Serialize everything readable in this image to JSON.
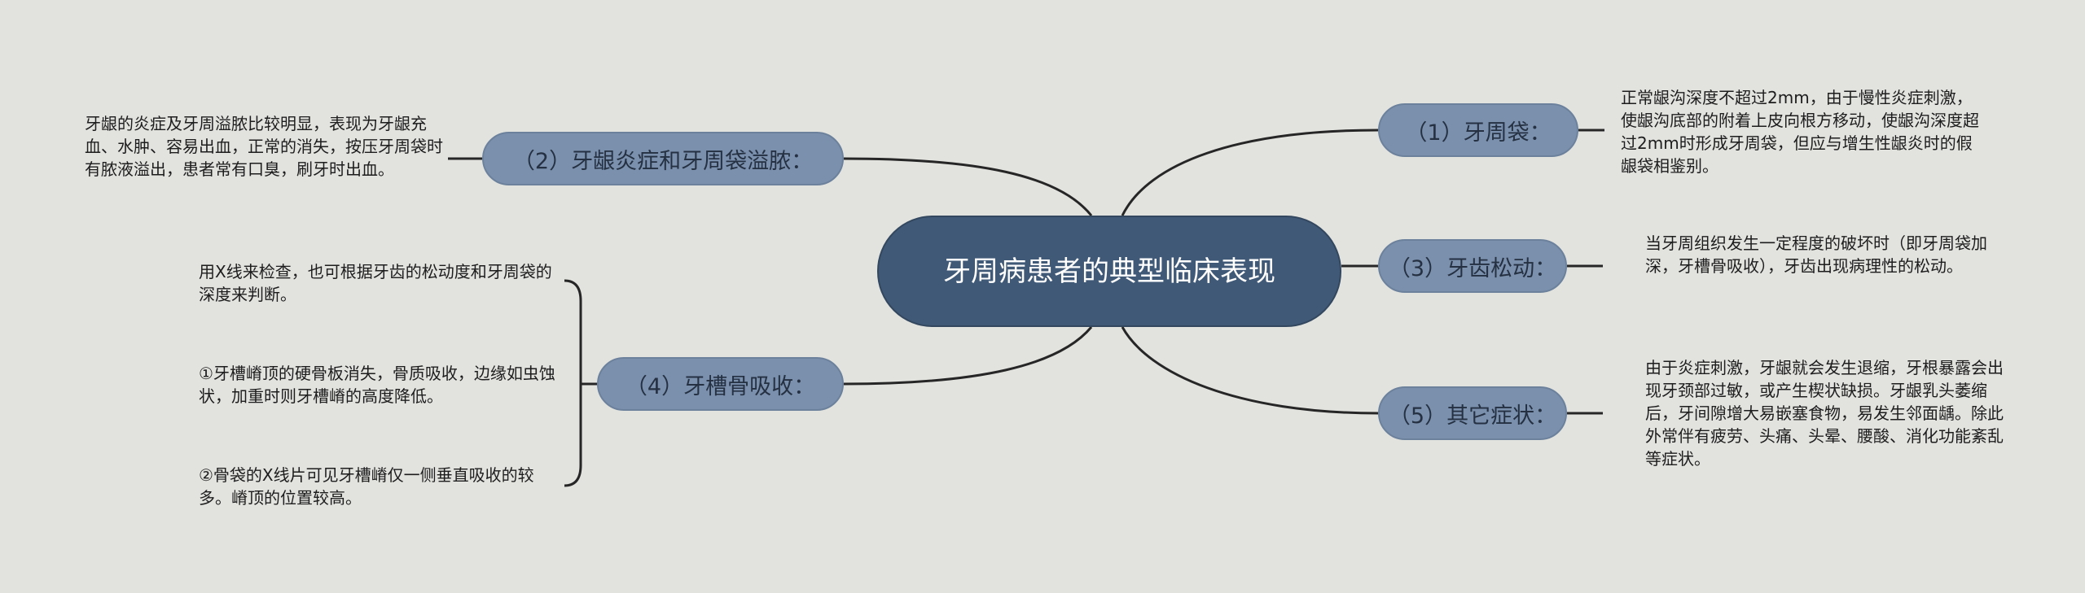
{
  "central_topic": "牙周病患者的典型临床表现",
  "branches": [
    {
      "label": "（1）牙周袋：",
      "notes": [
        "正常龈沟深度不超过2mm，由于慢性炎症刺激，使龈沟底部的附着上皮向根方移动，使龈沟深度超过2mm时形成牙周袋，但应与增生性龈炎时的假龈袋相鉴别。"
      ]
    },
    {
      "label": "（3）牙齿松动：",
      "notes": [
        "当牙周组织发生一定程度的破坏时（即牙周袋加深，牙槽骨吸收），牙齿出现病理性的松动。"
      ]
    },
    {
      "label": "（5）其它症状：",
      "notes": [
        "由于炎症刺激，牙龈就会发生退缩，牙根暴露会出现牙颈部过敏，或产生楔状缺损。牙龈乳头萎缩后，牙间隙增大易嵌塞食物，易发生邻面龋。除此外常伴有疲劳、头痛、头晕、腰酸、消化功能紊乱等症状。"
      ]
    },
    {
      "label": "（2）牙龈炎症和牙周袋溢脓：",
      "notes": [
        "牙龈的炎症及牙周溢脓比较明显，表现为牙龈充血、水肿、容易出血，正常的消失，按压牙周袋时有脓液溢出，患者常有口臭，刷牙时出血。"
      ]
    },
    {
      "label": "（4）牙槽骨吸收：",
      "notes": [
        "用X线来检查，也可根据牙齿的松动度和牙周袋的深度来判断。",
        "①牙槽嵴顶的硬骨板消失，骨质吸收，边缘如虫蚀状，加重时则牙槽嵴的高度降低。",
        "②骨袋的X线片可见牙槽嵴仅一侧垂直吸收的较多。嵴顶的位置较高。"
      ]
    }
  ],
  "colors": {
    "background": "#e2e3df",
    "central_fill": "#405977",
    "branch_fill": "#7a90ad",
    "line": "#262626"
  }
}
